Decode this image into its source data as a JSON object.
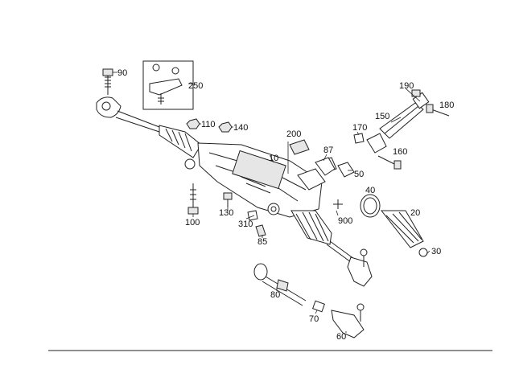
{
  "diagram": {
    "labels": [
      {
        "id": "p90",
        "text": "90"
      },
      {
        "id": "p250",
        "text": "250"
      },
      {
        "id": "p110",
        "text": "110"
      },
      {
        "id": "p140",
        "text": "140"
      },
      {
        "id": "p200",
        "text": "200"
      },
      {
        "id": "p10",
        "text": "10"
      },
      {
        "id": "p87",
        "text": "87"
      },
      {
        "id": "p190",
        "text": "190"
      },
      {
        "id": "p180",
        "text": "180"
      },
      {
        "id": "p150",
        "text": "150"
      },
      {
        "id": "p170",
        "text": "170"
      },
      {
        "id": "p160",
        "text": "160"
      },
      {
        "id": "p50",
        "text": "50"
      },
      {
        "id": "p40",
        "text": "40"
      },
      {
        "id": "p20",
        "text": "20"
      },
      {
        "id": "p900",
        "text": "900"
      },
      {
        "id": "p100",
        "text": "100"
      },
      {
        "id": "p130",
        "text": "130"
      },
      {
        "id": "p310",
        "text": "310"
      },
      {
        "id": "p85",
        "text": "85"
      },
      {
        "id": "p30",
        "text": "30"
      },
      {
        "id": "p80",
        "text": "80"
      },
      {
        "id": "p70",
        "text": "70"
      },
      {
        "id": "p60",
        "text": "60"
      }
    ]
  }
}
